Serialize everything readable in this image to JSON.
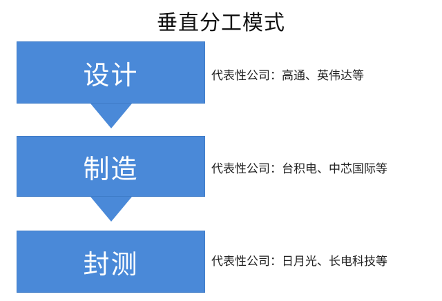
{
  "title": "垂直分工模式",
  "colors": {
    "box": "#4a89d8",
    "box_text": "#ffffff",
    "text": "#222222"
  },
  "stages": [
    {
      "label": "设计",
      "desc": "代表性公司：高通、英伟达等"
    },
    {
      "label": "制造",
      "desc": "代表性公司：台积电、中芯国际等"
    },
    {
      "label": "封测",
      "desc": "代表性公司：日月光、长电科技等"
    }
  ]
}
